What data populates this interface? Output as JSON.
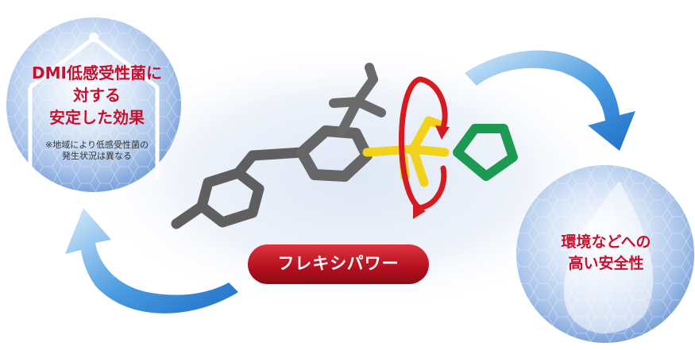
{
  "left_circle": {
    "title_lines": [
      "DMI低感受性菌に",
      "対する",
      "安定した効果"
    ],
    "note_lines": [
      "※地域により低感受性菌の",
      "発生状況は異なる"
    ]
  },
  "right_circle": {
    "title_lines": [
      "環境などへの",
      "高い安全性"
    ]
  },
  "center_label": "フレキシパワー",
  "colors": {
    "accent_red": "#c8102e",
    "arrow_blue": "#2a7fd0",
    "circle_blue": "#8fb3e3",
    "molecule_gray": "#5f5f5f",
    "molecule_yellow": "#f2d21a",
    "molecule_green": "#1c9a52"
  },
  "icons": {
    "left_circle_background": "house-outline-icon",
    "right_circle_background": "leaf-drop-icon",
    "rotation_indicator": "rotation-arrow-icon"
  }
}
